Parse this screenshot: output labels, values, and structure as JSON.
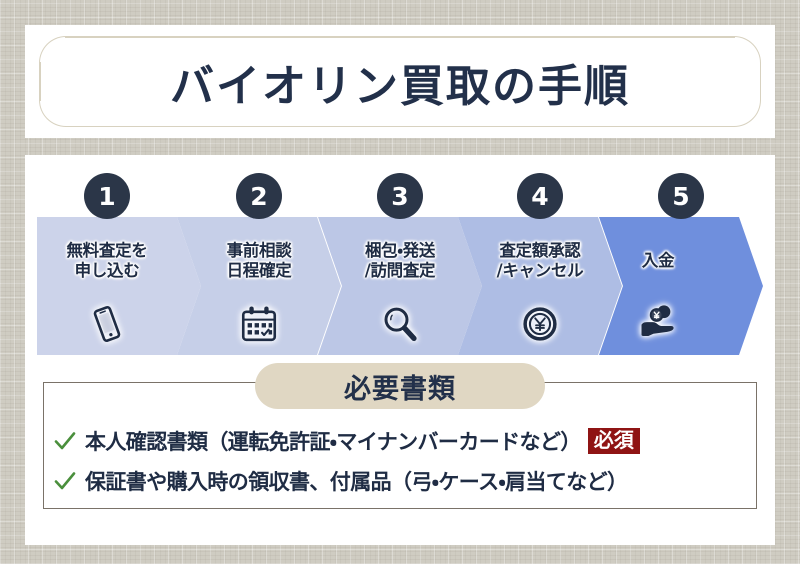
{
  "background": {
    "color": "#cfccc2"
  },
  "title_card": {
    "title": "バイオリン買取の手順",
    "title_color": "#22304a",
    "frame_color": "#d8d2c0",
    "card_color": "#ffffff"
  },
  "steps": {
    "badge_color": "#2b3648",
    "items": [
      {
        "number": "1",
        "label": "無料査定を\n申し込む",
        "icon": "smartphone-icon",
        "color": "#ccd3ea"
      },
      {
        "number": "2",
        "label": "事前相談\n日程確定",
        "icon": "calendar-icon",
        "color": "#c6cfe8"
      },
      {
        "number": "3",
        "label": "梱包・発送\n/訪問査定",
        "icon": "magnifier-icon",
        "color": "#bcc7e6"
      },
      {
        "number": "4",
        "label": "査定額承認\n/キャンセル",
        "icon": "yen-coin-icon",
        "color": "#aebde4"
      },
      {
        "number": "5",
        "label": "入金",
        "icon": "hand-money-icon",
        "color": "#6f8fdd"
      }
    ]
  },
  "documents": {
    "section_title": "必要書類",
    "pill_color": "#e0d7c3",
    "check_color": "#4a8f3c",
    "badge_color": "#8f1414",
    "items": [
      {
        "text": "本人確認書類（運転免許証・マイナンバーカードなど）",
        "badge": "必須"
      },
      {
        "text": "保証書や購入時の領収書、付属品（弓・ケース・肩当てなど）",
        "badge": ""
      }
    ]
  }
}
